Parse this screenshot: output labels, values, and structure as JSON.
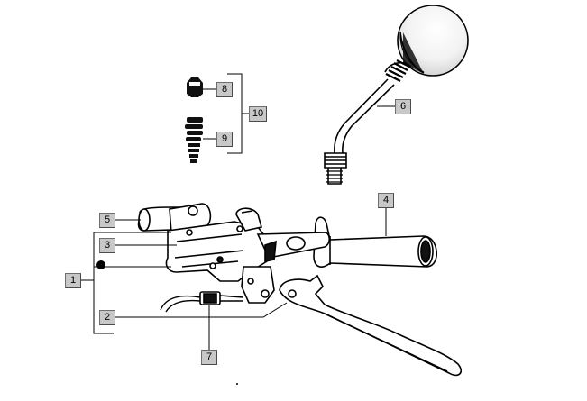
{
  "diagram": {
    "callouts": {
      "c1": "1",
      "c2": "2",
      "c3": "3",
      "c4": "4",
      "c5": "5",
      "c6": "6",
      "c7": "7",
      "c8": "8",
      "c9": "9",
      "c10": "10"
    },
    "parts": [
      "mirror",
      "adjuster-nut",
      "adjuster-screw",
      "master-cylinder",
      "reservoir-cap",
      "handlebar-grip",
      "brake-lever",
      "stop-light-switch",
      "brake-hose"
    ]
  }
}
